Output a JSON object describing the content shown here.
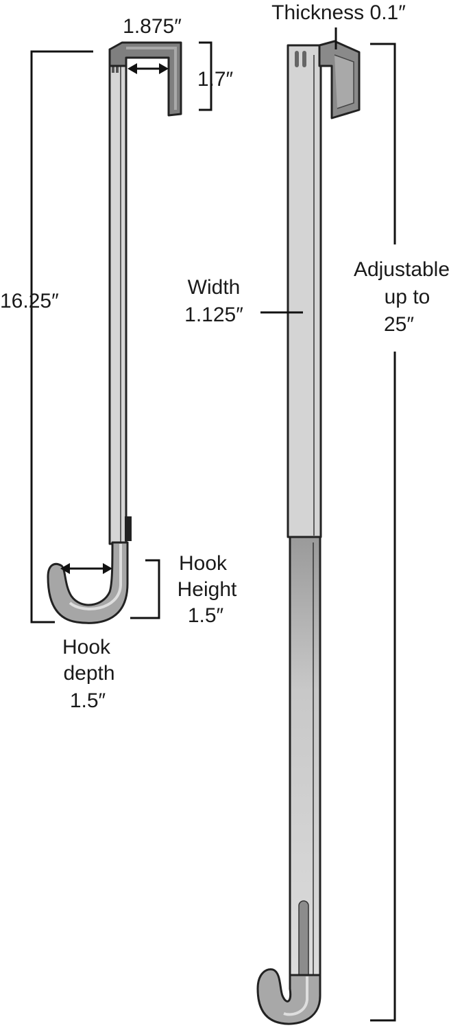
{
  "labels": {
    "top_width": "1.875″",
    "top_depth": "1.7″",
    "overall_length": "16.25″",
    "hook_height_line1": "Hook",
    "hook_height_line2": "Height",
    "hook_height_value": "1.5″",
    "hook_depth_line1": "Hook",
    "hook_depth_line2": "depth",
    "hook_depth_value": "1.5″",
    "thickness": "Thickness 0.1″",
    "width_line1": "Width",
    "width_value": "1.125″",
    "adjustable_line1": "Adjustable",
    "adjustable_line2": "up to",
    "adjustable_value": "25″"
  },
  "colors": {
    "bar_light": "#d4d4d4",
    "bar_mid": "#a6a6a6",
    "bar_dark": "#7d7d7d",
    "outline": "#222222",
    "text": "#1a1a1a"
  }
}
